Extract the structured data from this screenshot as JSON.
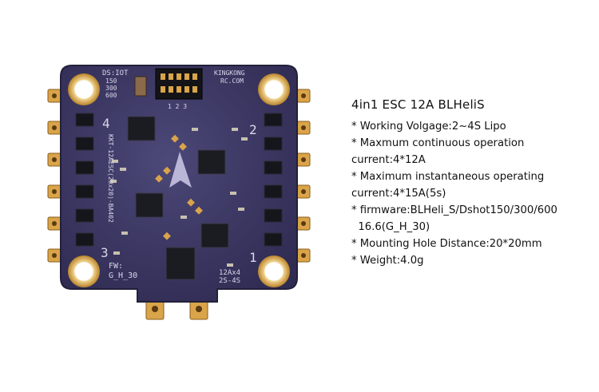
{
  "product": {
    "board_labels": {
      "top_left_block": [
        "DS:IOT",
        "150",
        "300",
        "600"
      ],
      "brand_top": "KINGKONG",
      "brand_sub": "RC.COM",
      "connector_numbers": "1 2 3",
      "model_vertical": "KKT-12AESC(20x20)-BA402",
      "corner_1": "1",
      "corner_2": "2",
      "corner_3": "3",
      "corner_4": "4",
      "fw_label": "FW:",
      "fw_value": "G_H_30",
      "rating_line1": "12Ax4",
      "rating_line2": "2S-4S"
    },
    "specs": {
      "title": "4in1 ESC 12A BLHeliS",
      "lines": [
        "* Working Volgage:2~4S Lipo",
        "* Maxmum continuous operation",
        "current:4*12A",
        "* Maximum instantaneous operating",
        "current:4*15A(5s)",
        "* firmware:BLHeli_S/Dshot150/300/600",
        "  16.6(G_H_30)",
        "* Mounting Hole Distance:20*20mm",
        "* Weight:4.0g"
      ]
    }
  },
  "colors": {
    "pcb": "#3e3a64",
    "pad_gold": "#d9a44a",
    "silk": "#d8d6ea",
    "chip": "#1b1b22"
  }
}
